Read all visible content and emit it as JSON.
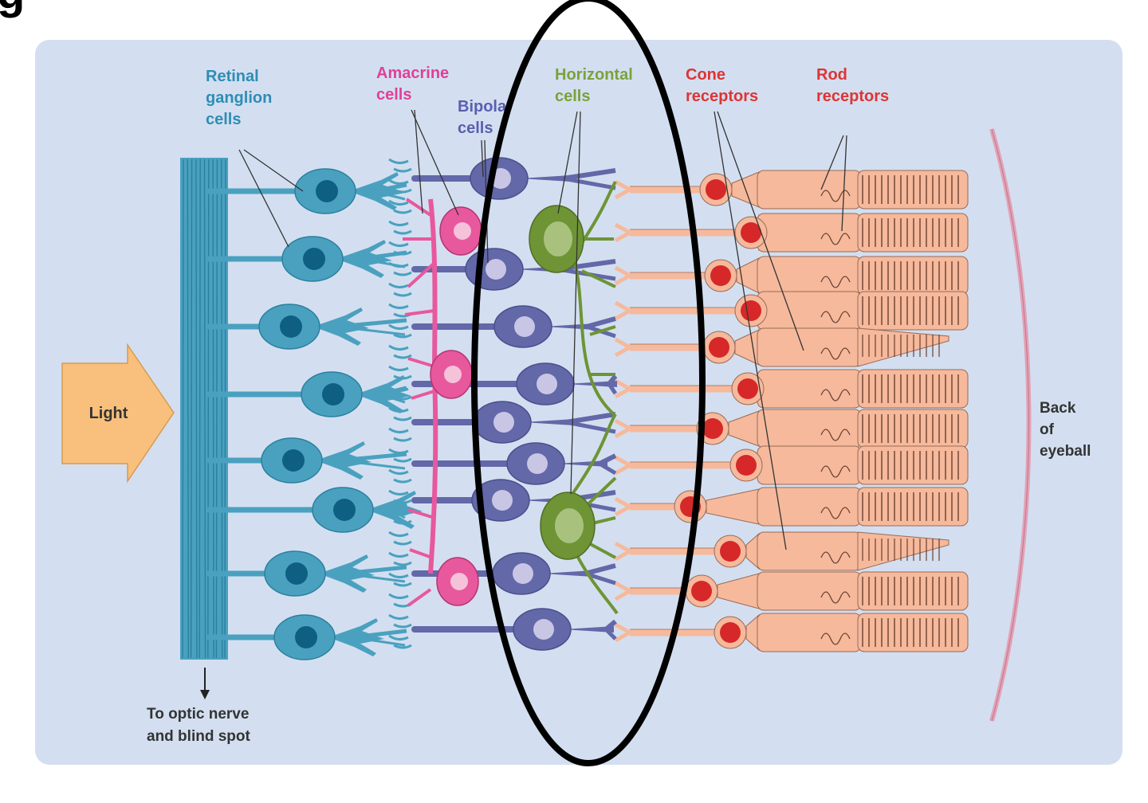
{
  "figure_letter": "g",
  "labels": {
    "ganglion": [
      "Retinal",
      "ganglion",
      "cells"
    ],
    "amacrine": [
      "Amacrine",
      "cells"
    ],
    "bipolar": [
      "Bipolar",
      "cells"
    ],
    "horizontal": [
      "Horizontal",
      "cells"
    ],
    "cone": [
      "Cone",
      "receptors"
    ],
    "rod": [
      "Rod",
      "receptors"
    ],
    "back": [
      "Back",
      "of",
      "eyeball"
    ],
    "light": "Light",
    "optic": [
      "To optic nerve",
      "and blind spot"
    ]
  },
  "colors": {
    "panel": "#d3dff0",
    "ganglion": "#4aa1bf",
    "ganglion_dark": "#2a7f9e",
    "ganglion_nucleus": "#0e5f82",
    "ganglion_label": "#2e8db5",
    "amacrine": "#e8589d",
    "amacrine_label": "#e0409a",
    "bipolar": "#6268a8",
    "bipolar_label": "#5a5fb0",
    "bipolar_nucleus": "#c8c6e4",
    "horizontal": "#6e9435",
    "horizontal_nucleus": "#a8c27e",
    "horizontal_label": "#7aa23c",
    "receptor": "#f6b99c",
    "receptor_outline": "#9a6a55",
    "cone_nucleus": "#d62828",
    "receptor_label": "#dc3535",
    "back_arc": "#e5a1b6",
    "light_arrow": "#f8c07c",
    "highlight_ellipse": "#000000"
  }
}
